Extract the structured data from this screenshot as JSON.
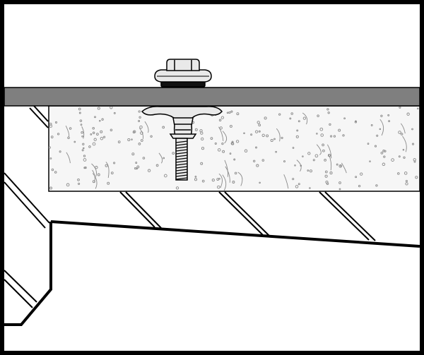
{
  "diagram": {
    "subject": "roof-deck-fastener-installation-detail",
    "colors": {
      "background": "#ffffff",
      "line": "#000000",
      "deck_panel": "#7f7f7f",
      "insulation_fill": "#f6f6f6",
      "speckle": "#8a8a8a",
      "fastener_fill": "#e9e9e9",
      "washer": "#111111"
    },
    "components": [
      {
        "name": "metal-roof-deck",
        "icon": "deck-panel-shape"
      },
      {
        "name": "hex-head-bolt-with-sealing-washer",
        "icon": "hex-bolt-icon"
      },
      {
        "name": "toggle-wing-anchor",
        "icon": "wing-anchor-icon"
      },
      {
        "name": "threaded-bolt-shaft",
        "icon": "threaded-rod-icon"
      },
      {
        "name": "cementitious-insulation-board",
        "icon": "speckled-board-shape"
      },
      {
        "name": "sloped-support-beam",
        "icon": "beam-outline-shape"
      },
      {
        "name": "diagonal-joist-members",
        "icon": "diagonal-truss-shape"
      }
    ]
  }
}
